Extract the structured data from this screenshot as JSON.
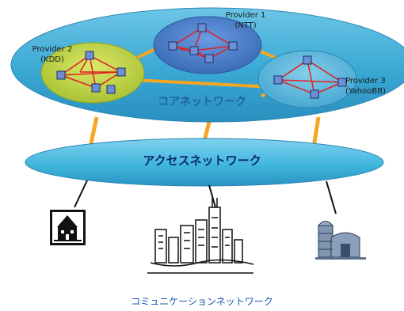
{
  "providers": [
    {
      "name": "Provider 1",
      "sub": "(NTT)"
    },
    {
      "name": "Provider 2",
      "sub": "(KDD)"
    },
    {
      "name": "Provider 3",
      "sub": "(YahooBB)"
    }
  ],
  "core_label": "コアネットワーク",
  "access_label": "アクセスネットワーク",
  "caption": "コミュニケーションネットワーク",
  "colors": {
    "core_fill": "#3aa8d4",
    "access_fill": "#3cb4dc",
    "provider1_fill": "#4a7fc8",
    "provider2_fill": "#c7d94a",
    "provider3_fill": "#5ab8dc",
    "link_orange": "#f5a623",
    "mesh_red": "#e02020",
    "node_fill": "#6d8fd6"
  },
  "icons": [
    "house-icon",
    "city-skyline-icon",
    "barn-silo-icon"
  ]
}
